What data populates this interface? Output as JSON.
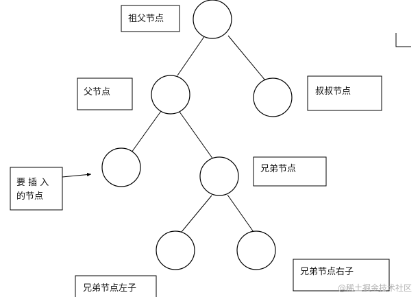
{
  "labels": {
    "grandparent": "祖父节点",
    "parent": "父节点",
    "uncle": "叔叔节点",
    "insert_line1": "要 插 入",
    "insert_line2": "的节点",
    "sibling": "兄弟节点",
    "sibling_left_child": "兄弟节点左子",
    "sibling_right_child": "兄弟节点右子"
  },
  "watermark": "@稀土掘金技术社区",
  "colors": {
    "stroke": "#000000",
    "background": "#ffffff",
    "watermark": "#b4b4b4"
  }
}
